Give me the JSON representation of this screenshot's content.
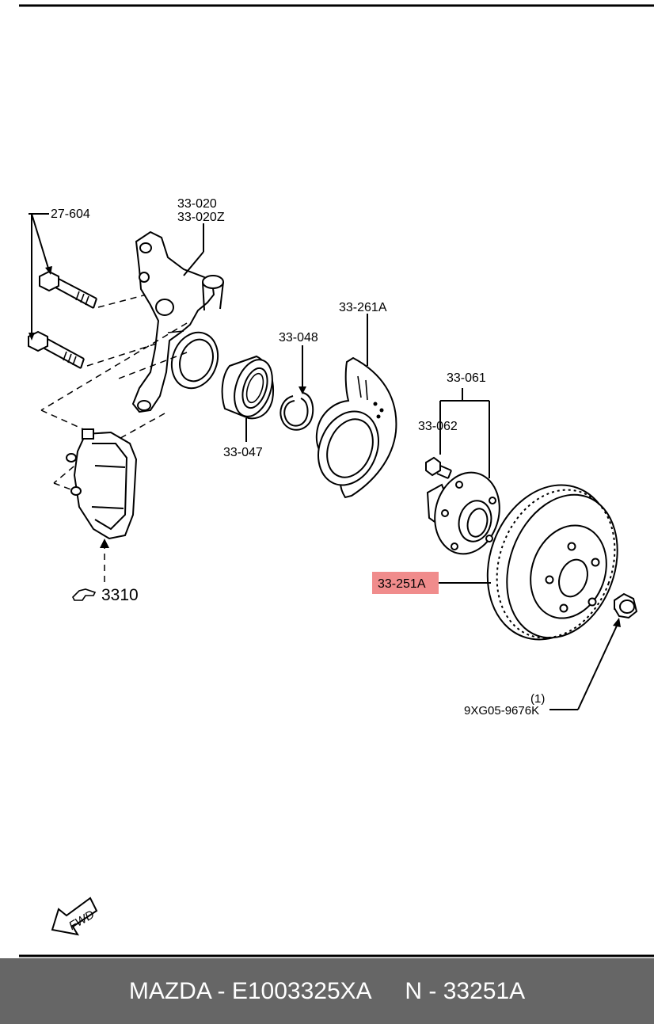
{
  "callouts": {
    "bolt": "27-604",
    "knuckle_1": "33-020",
    "knuckle_2": "33-020Z",
    "dust_shield": "33-261A",
    "snap_ring": "33-048",
    "hub": "33-061",
    "hub_bolt": "33-062",
    "bearing": "33-047",
    "caliper": "3310",
    "disc": "33-251A",
    "nut_qty": "(1)",
    "nut": "9XG05-9676K"
  },
  "fwd_label": "FWD",
  "highlight_color": "#f08c8c",
  "footer": {
    "brand": "MAZDA - E1003325XA",
    "number": "N - 33251A"
  }
}
